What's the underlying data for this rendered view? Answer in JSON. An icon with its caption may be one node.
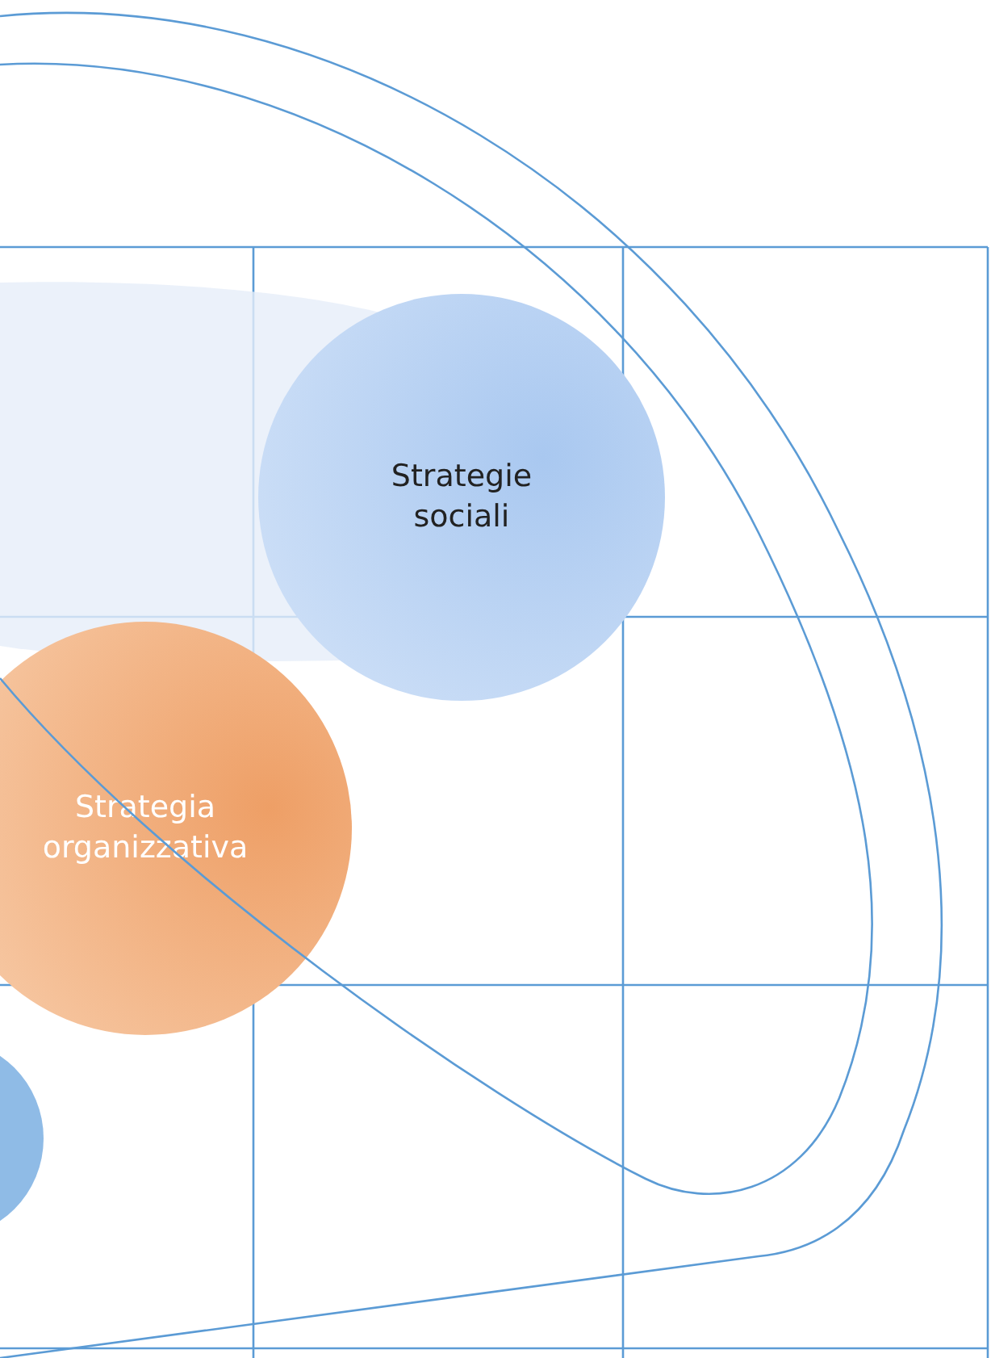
{
  "diagram": {
    "nodes": [
      {
        "text": [
          "Strategie sociali"
        ]
      },
      {
        "text": [
          "Strategia organizzativa"
        ]
      },
      {
        "text": [],
        "shape": "circle"
      }
    ]
  }
}
